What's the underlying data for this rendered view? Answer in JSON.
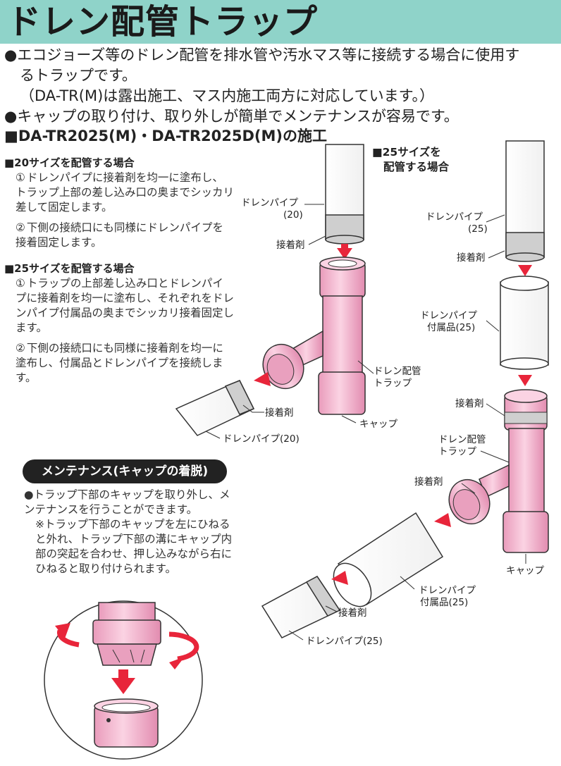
{
  "title": "ドレン配管トラップ",
  "intro": {
    "line1": "●エコジョーズ等のドレン配管を排水管や汚水マス等に接続する場合に使用す",
    "line2": "るトラップです。",
    "line3": "（DA-TR(M)は露出施工、マス内施工両方に対応しています。）",
    "line4": "●キャップの取り付け、取り外しが簡単でメンテナンスが容易です。"
  },
  "section_title": "■DA-TR2025(M)・DA-TR2025D(M)の施工",
  "size20": {
    "heading": "■20サイズを配管する場合",
    "step1_num": "①",
    "step1": "ドレンパイプに接着剤を均一に塗布し、トラップ上部の差し込み口の奥までシッカリ差して固定します。",
    "step2_num": "②",
    "step2": "下側の接続口にも同様にドレンパイプを接着固定します。"
  },
  "size25": {
    "heading": "■25サイズを配管する場合",
    "step1_num": "①",
    "step1": "トラップの上部差し込み口とドレンパイプに接着剤を均一に塗布し、それぞれをドレンパイプ付属品の奥までシッカリ接着固定します。",
    "step2_num": "②",
    "step2": "下側の接続口にも同様に接着剤を均一に塗布し、付属品とドレンパイプを接続します。",
    "diagram_heading_1": "■25サイズを",
    "diagram_heading_2": "配管する場合"
  },
  "maintenance": {
    "badge": "メンテナンス(キャップの着脱)",
    "bullet": "●トラップ下部のキャップを取り外し、メンテナンスを行うことができます。",
    "note": "※トラップ下部のキャップを左にひねると外れ、トラップ下部の溝にキャップ内部の突起を合わせ、押し込みながら右にひねると取り付けられます。"
  },
  "labels20": {
    "drain_pipe_1": "ドレンパイプ",
    "drain_pipe_2": "(20)",
    "adhesive_top": "接着剤",
    "trap_1": "ドレン配管",
    "trap_2": "トラップ",
    "cap": "キャップ",
    "adhesive_side": "接着剤",
    "drain_pipe_side": "ドレンパイプ(20)"
  },
  "labels25": {
    "drain_pipe_1": "ドレンパイプ",
    "drain_pipe_2": "(25)",
    "adhesive_top": "接着剤",
    "accessory_1": "ドレンパイプ",
    "accessory_2": "付属品(25)",
    "adhesive_trap": "接着剤",
    "trap_1": "ドレン配管",
    "trap_2": "トラップ",
    "adhesive_side": "接着剤",
    "cap": "キャップ",
    "accessory_side_1": "ドレンパイプ",
    "accessory_side_2": "付属品(25)",
    "adhesive_bottom": "接着剤",
    "drain_pipe_bottom": "ドレンパイプ(25)"
  },
  "colors": {
    "banner": "#8fd3c9",
    "trap_pink": "#f5b8d0",
    "arrow_red": "#e8253a",
    "adhesive_gray": "#cfcfcf"
  }
}
